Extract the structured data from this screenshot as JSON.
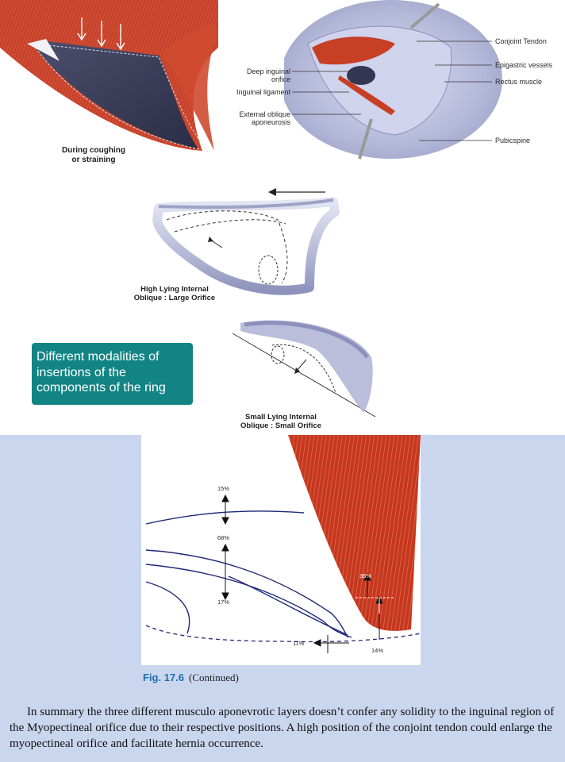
{
  "top_left_diagram": {
    "caption": "During coughing\nor straining"
  },
  "top_right_diagram": {
    "left_labels": {
      "deep_inguinal_orifice": "Deep inguinal\norifice",
      "inguinal_ligament": "Inguinal ligament",
      "external_oblique_aponeurosis": "External oblique\naponeurosis"
    },
    "right_labels": {
      "conjoint_tendon": "Conjoint Tendon",
      "epigastric_vessels": "Epigastric vessels",
      "rectus_muscle": "Rectus muscle",
      "pubicspine": "Pubicspine"
    }
  },
  "middle_diagrams": {
    "high_lying_caption": "High Lying Internal\nOblique : Large Orifice",
    "small_lying_caption": "Small Lying Internal\nOblique : Small Orifice"
  },
  "teal_callout": {
    "text": "Different modalities of insertions of the components of the ring",
    "background": "#138484"
  },
  "bottom_figure": {
    "percentages": {
      "p15": "15%",
      "p68": "68%",
      "p17": "17%",
      "p36": "36%",
      "p11": "11%",
      "p14": "14%"
    }
  },
  "caption": {
    "fig_number": "Fig. 17.6",
    "text": "(Continued)",
    "fig_number_color": "#1f6fb0"
  },
  "summary_text": "In summary the three different musculo aponevrotic layers doesn’t confer any solidity to the inguinal region of the Myopectineal orifice due to their respective positions. A high position of the conjoint tendon could enlarge the myopectineal orifice and facilitate hernia occurrence.",
  "colors": {
    "muscle_red": "#c63a22",
    "tissue_lavender": "#b9bedc",
    "panel_blue": "#c9d6ee",
    "line_navy": "#1f2a78"
  }
}
